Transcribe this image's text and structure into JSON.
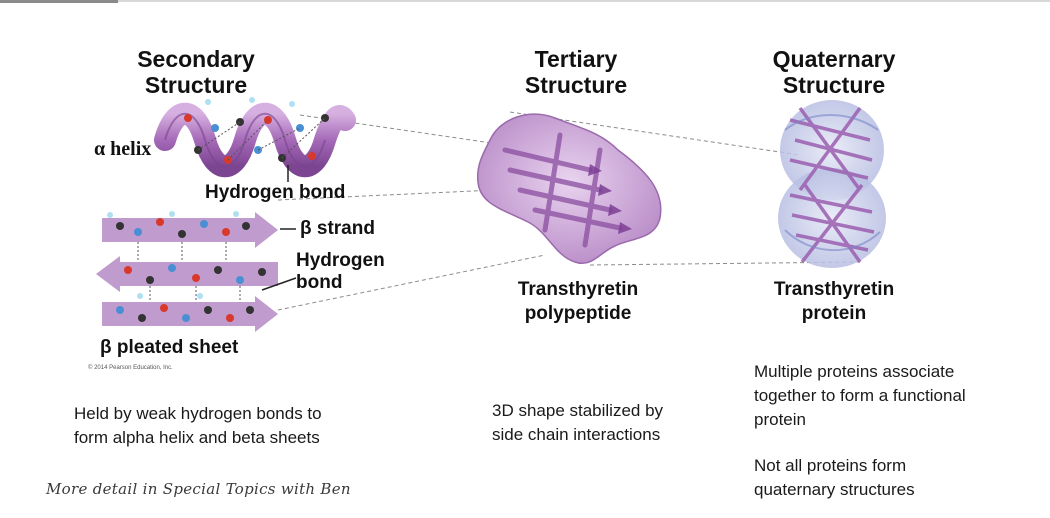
{
  "headings": {
    "secondary": "Secondary\nStructure",
    "tertiary": "Tertiary\nStructure",
    "quaternary": "Quaternary\nStructure"
  },
  "labels": {
    "alpha_helix": "α helix",
    "hydrogen_bond_1": "Hydrogen bond",
    "beta_strand": "β strand",
    "hydrogen_bond_2": "Hydrogen\nbond",
    "beta_pleated_sheet": "β pleated sheet",
    "copyright": "© 2014 Pearson Education, Inc."
  },
  "captions": {
    "tertiary": "Transthyretin\npolypeptide",
    "quaternary": "Transthyretin\nprotein"
  },
  "notes": {
    "secondary": "Held by weak hydrogen bonds to\nform alpha helix and beta sheets",
    "tertiary": "3D shape stabilized by\nside chain interactions",
    "quaternary_1": "Multiple proteins associate\ntogether to form a functional\nprotein",
    "quaternary_2": "Not all proteins form\nquaternary structures"
  },
  "footer_note": "More detail in Special Topics with Ben",
  "colors": {
    "protein_purple": "#a36ab6",
    "protein_light": "#d9b8e2",
    "quaternary_blue": "#b9c2e6",
    "atom_red": "#d8392b",
    "atom_blue": "#4a8fd4",
    "atom_dark": "#333333"
  }
}
